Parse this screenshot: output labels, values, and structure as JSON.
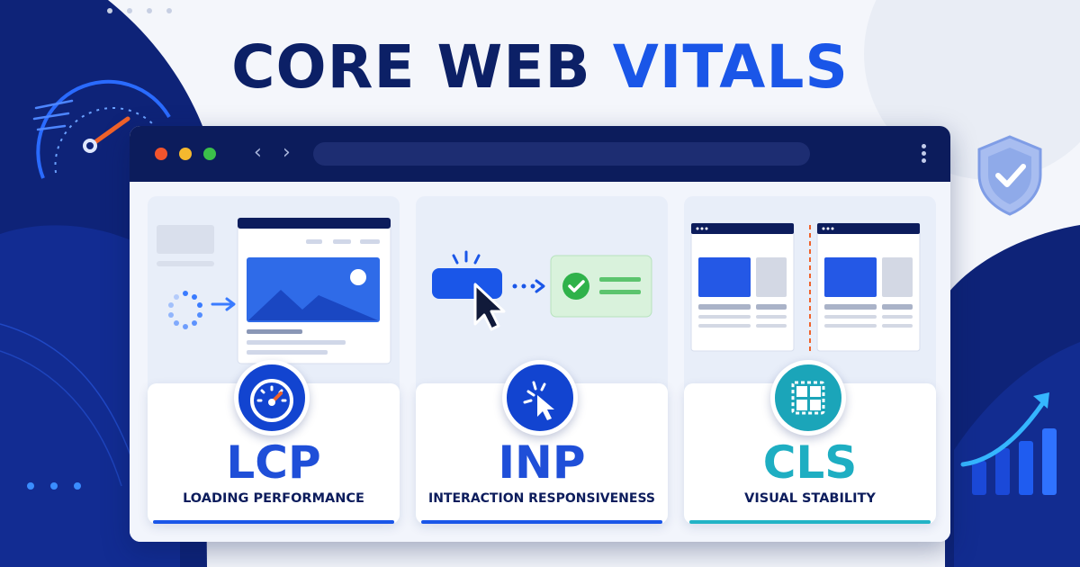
{
  "headline": {
    "part1": "CORE WEB ",
    "part2": "VITALS"
  },
  "colors": {
    "navy": "#0c1c5c",
    "headline_navy": "#0c2066",
    "accent_blue": "#1a56e8",
    "badge_blue": "#1244d0",
    "teal": "#1eaec2",
    "orange": "#f0622a",
    "success_green": "#2fb24a"
  },
  "browser": {
    "traffic_lights": [
      "#f2542d",
      "#f5b82e",
      "#3bbf4a"
    ],
    "back_icon": "‹",
    "forward_icon": "›",
    "menu_icon": "kebab-menu-icon"
  },
  "metrics": [
    {
      "acronym": "LCP",
      "label": "LOADING PERFORMANCE",
      "icon": "speed-gauge-icon",
      "illustration": "page-loading-illustration"
    },
    {
      "acronym": "INP",
      "label": "INTERACTION RESPONSIVENESS",
      "icon": "cursor-click-icon",
      "illustration": "button-click-feedback-illustration"
    },
    {
      "acronym": "CLS",
      "label": "VISUAL STABILITY",
      "icon": "layout-grid-icon",
      "illustration": "layout-shift-comparison-illustration"
    }
  ],
  "decorations": [
    "speedometer-icon",
    "shield-check-icon",
    "growth-chart-icon"
  ]
}
